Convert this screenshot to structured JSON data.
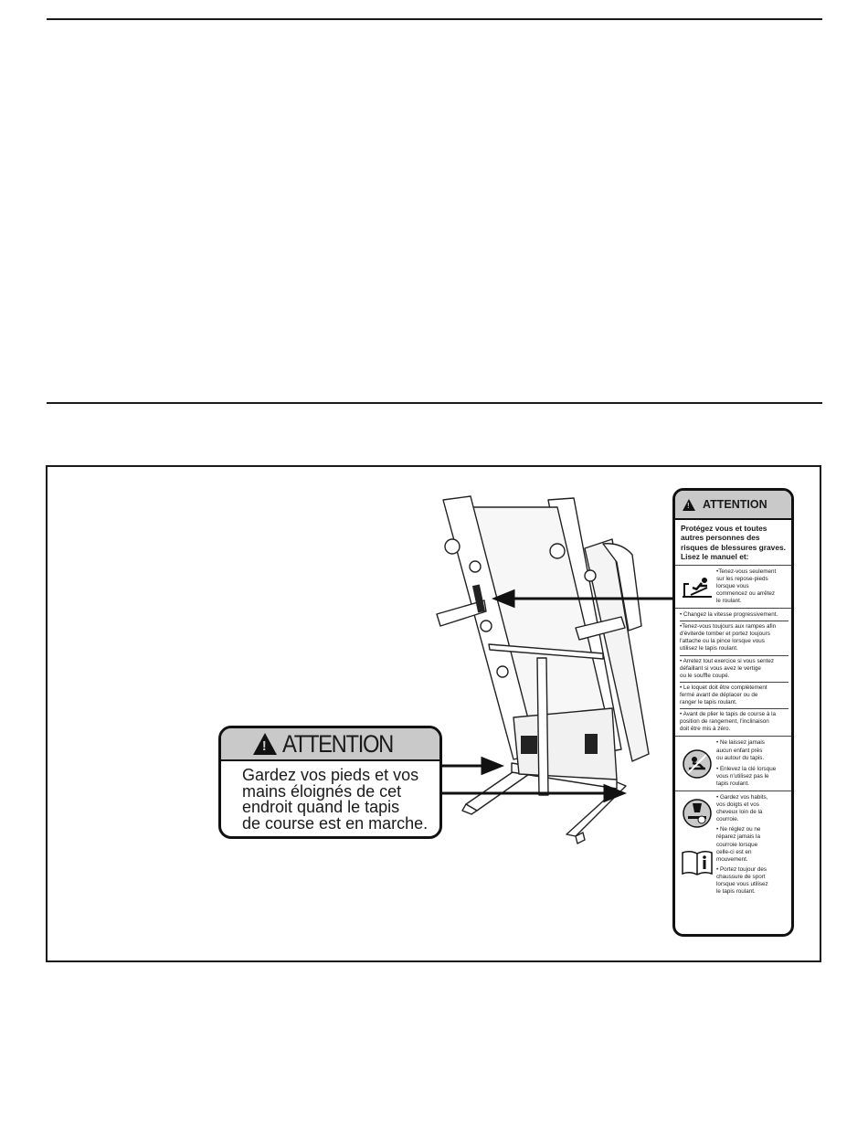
{
  "small_label": {
    "title": "ATTENTION",
    "lines": [
      "Gardez vos pieds et vos",
      "mains éloignés de cet",
      "endroit quand le tapis",
      "de course est en marche."
    ]
  },
  "decal": {
    "title": "ATTENTION",
    "intro": [
      "Protégez vous et toutes",
      "autres personnes des",
      "risques de blessures graves.",
      "Lisez le manuel et:"
    ],
    "row1": [
      "•Tenez-vous seulement",
      "sur les repose-pieds",
      "lorsque vous",
      "commencez ou arrêtez",
      "le roulant."
    ],
    "bullets": [
      [
        "• Changez la vitesse progressivement."
      ],
      [
        "•Tenez-vous toujours aux rampes afin",
        "d'éviterde tomber et portez toujours",
        "l'attache ou la pince lorsque vous",
        "utilisez le tapis roulant."
      ],
      [
        "• Arretez tout exercice si vous sentez",
        "défaillant si vous avez le vertige",
        "ou le souffle coupé."
      ],
      [
        "• Le loquet doit être complètement",
        "fermé avant de déplacer ou de",
        "ranger le tapis roulant."
      ],
      [
        "• Avant de plier le tapis de course à la",
        "position de rangement, l'inclinaison",
        "doit être mis à zéro."
      ]
    ],
    "row2a": [
      "• Ne laissez jamais",
      "aucun enfant près",
      "ou autour du tapis."
    ],
    "row2b": [
      "• Enlevez la clé lorsque",
      "vous n'utilisez pas le",
      "tapis roulant."
    ],
    "row3": [
      "• Gardez vos habits,",
      "vos doigts et vos",
      "cheveux loin de la",
      "courroie.",
      "• Ne réglez ou ne",
      "réparez jamais la",
      "courroie lorsque",
      "celle-ci est en",
      "mouvement.",
      "• Portez toujour des",
      "chaussure de sport",
      "lorsque vous utilisez",
      "le tapis roulant."
    ]
  }
}
